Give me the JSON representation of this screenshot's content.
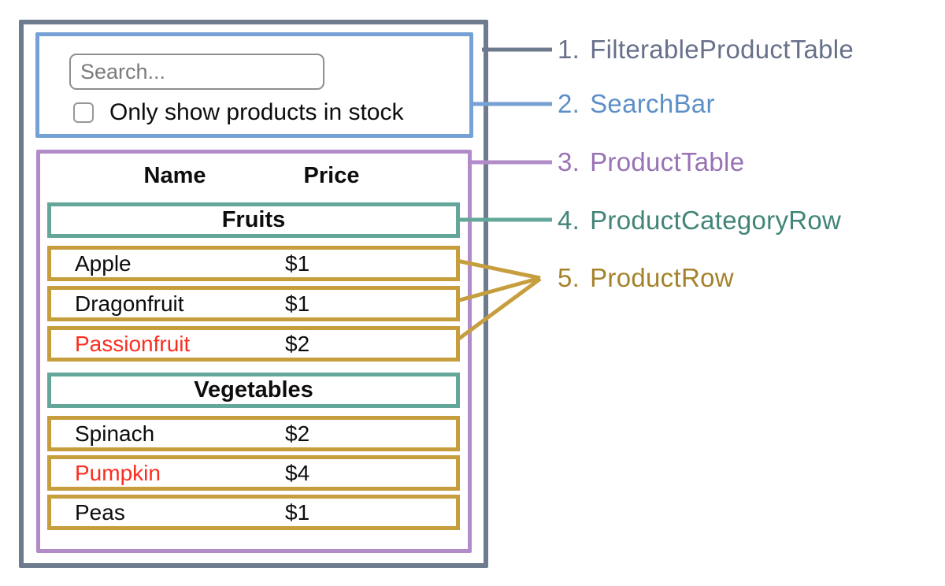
{
  "diagram": {
    "search_bar": {
      "placeholder": "Search...",
      "checkbox_label": "Only show products in stock",
      "checkbox_checked": false
    },
    "table": {
      "headers": {
        "name": "Name",
        "price": "Price"
      },
      "sections": [
        {
          "category": "Fruits",
          "rows": [
            {
              "name": "Apple",
              "price": "$1",
              "red": false
            },
            {
              "name": "Dragonfruit",
              "price": "$1",
              "red": false
            },
            {
              "name": "Passionfruit",
              "price": "$2",
              "red": true
            }
          ]
        },
        {
          "category": "Vegetables",
          "rows": [
            {
              "name": "Spinach",
              "price": "$2",
              "red": false
            },
            {
              "name": "Pumpkin",
              "price": "$4",
              "red": true
            },
            {
              "name": "Peas",
              "price": "$1",
              "red": false
            }
          ]
        }
      ]
    }
  },
  "legend": {
    "items": [
      {
        "number": "1.",
        "label": "FilterableProductTable",
        "color": "#67718a"
      },
      {
        "number": "2.",
        "label": "SearchBar",
        "color": "#5d8fc7"
      },
      {
        "number": "3.",
        "label": "ProductTable",
        "color": "#9872b5"
      },
      {
        "number": "4.",
        "label": "ProductCategoryRow",
        "color": "#418578"
      },
      {
        "number": "5.",
        "label": "ProductRow",
        "color": "#a5832d"
      }
    ]
  },
  "colors": {
    "slate": "#6e7a8e",
    "slate-text": "#67718a",
    "blue": "#75a1d4",
    "blue-text": "#5d8fc7",
    "purple": "#b28cc9",
    "purple-text": "#9872b5",
    "teal": "#64a79a",
    "teal-text": "#418578",
    "gold": "#c79e3e",
    "gold-text": "#a5832d",
    "red": "#fb2d1f",
    "ink": "#0d0d0d"
  }
}
